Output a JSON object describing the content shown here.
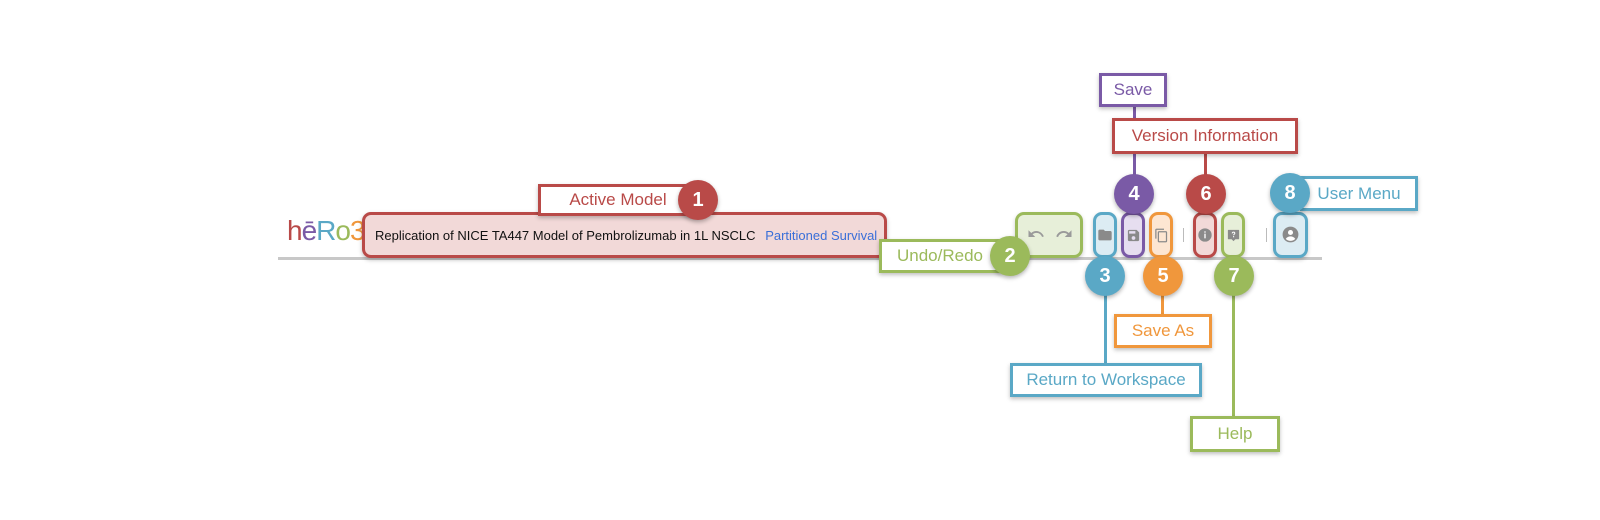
{
  "app": {
    "logo": {
      "h": "h",
      "e": "ē",
      "r": "R",
      "o": "o",
      "three": "3"
    },
    "active_model": {
      "title": "Replication of NICE TA447 Model of Pembrolizumab in 1L NSCLC",
      "type": "Partitioned Survival"
    },
    "toolbar": {
      "undo_icon": "undo-icon",
      "redo_icon": "redo-icon",
      "workspace_icon": "folder-icon",
      "save_icon": "save-icon",
      "save_as_icon": "copy-icon",
      "info_icon": "info-icon",
      "help_icon": "help-icon",
      "user_icon": "account-circle-icon"
    }
  },
  "annotations": [
    {
      "number": "1",
      "label": "Active Model",
      "color": "#b94a48"
    },
    {
      "number": "2",
      "label": "Undo/Redo",
      "color": "#9bba5b"
    },
    {
      "number": "3",
      "label": "Return to Workspace",
      "color": "#5aa8c6"
    },
    {
      "number": "4",
      "label": "Save",
      "color": "#7a5aa6"
    },
    {
      "number": "5",
      "label": "Save As",
      "color": "#f0973c"
    },
    {
      "number": "6",
      "label": "Version Information",
      "color": "#b94a48"
    },
    {
      "number": "7",
      "label": "Help",
      "color": "#9bba5b"
    },
    {
      "number": "8",
      "label": "User Menu",
      "color": "#5aa8c6"
    }
  ]
}
